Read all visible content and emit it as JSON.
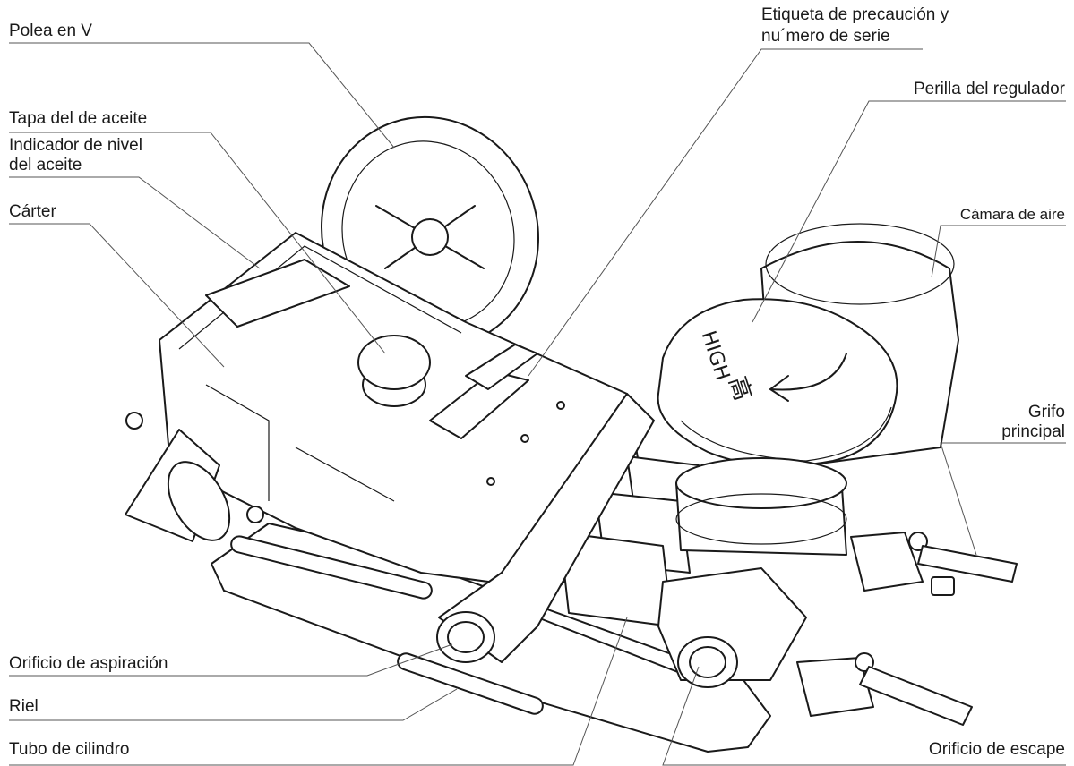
{
  "labels": {
    "polea": "Polea en V",
    "etiqueta_l1": "Etiqueta de precaución y",
    "etiqueta_l2": "nu´mero de serie",
    "perilla": "Perilla del regulador",
    "tapa": "Tapa del de aceite",
    "indicador_l1": "Indicador de nivel",
    "indicador_l2": "del aceite",
    "carter": "Cárter",
    "camara": "Cámara de aire",
    "grifo_l1": "Grifo",
    "grifo_l2": "principal",
    "orificio_asp": "Orificio de aspiración",
    "riel": "Riel",
    "tubo": "Tubo de cilindro",
    "orificio_esc": "Orificio de escape"
  },
  "knob_text": {
    "high": "HIGH",
    "kanji": "高"
  }
}
